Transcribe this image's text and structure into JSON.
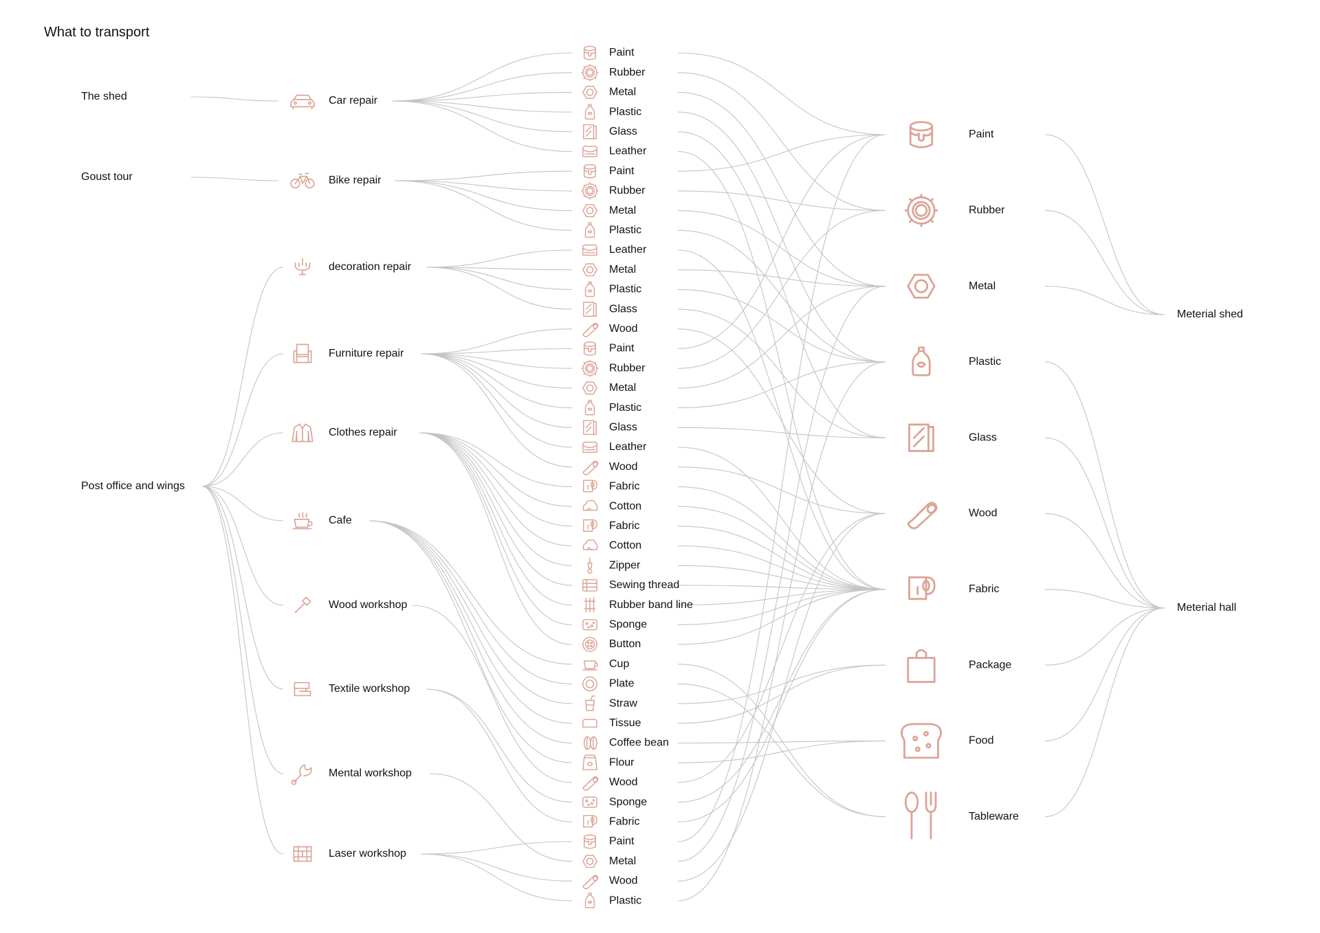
{
  "title": "What to transport",
  "palette": {
    "line": "#c4c4c4",
    "icon": "#dba497",
    "text": "#111111"
  },
  "sources": [
    {
      "id": "shed",
      "label": "The shed"
    },
    {
      "id": "goust",
      "label": "Goust tour"
    },
    {
      "id": "post",
      "label": "Post office and wings"
    }
  ],
  "activities": [
    {
      "label": "Car repair",
      "icon": "car-icon",
      "source": "shed"
    },
    {
      "label": "Bike repair",
      "icon": "bike-icon",
      "source": "goust"
    },
    {
      "label": "decoration repair",
      "icon": "chandelier-icon",
      "source": "post"
    },
    {
      "label": "Furniture repair",
      "icon": "armchair-icon",
      "source": "post"
    },
    {
      "label": "Clothes repair",
      "icon": "jacket-icon",
      "source": "post"
    },
    {
      "label": "Cafe",
      "icon": "coffee-cup-icon",
      "source": "post"
    },
    {
      "label": "Wood workshop",
      "icon": "hammer-icon",
      "source": "post"
    },
    {
      "label": "Textile workshop",
      "icon": "sewing-machine-icon",
      "source": "post"
    },
    {
      "label": "Mental workshop",
      "icon": "wrench-icon",
      "source": "post"
    },
    {
      "label": "Laser workshop",
      "icon": "laser-cutter-icon",
      "source": "post"
    }
  ],
  "materials": [
    {
      "label": "Paint",
      "icon": "paint-bucket-icon",
      "activity": 0,
      "category": 0
    },
    {
      "label": "Rubber",
      "icon": "tire-icon",
      "activity": 0,
      "category": 1
    },
    {
      "label": "Metal",
      "icon": "hex-nut-icon",
      "activity": 0,
      "category": 2
    },
    {
      "label": "Plastic",
      "icon": "plastic-bottle-icon",
      "activity": 0,
      "category": 3
    },
    {
      "label": "Glass",
      "icon": "glass-pane-icon",
      "activity": 0,
      "category": 4
    },
    {
      "label": "Leather",
      "icon": "leather-icon",
      "activity": 0,
      "category": 6
    },
    {
      "label": "Paint",
      "icon": "paint-bucket-icon",
      "activity": 1,
      "category": 0
    },
    {
      "label": "Rubber",
      "icon": "tire-icon",
      "activity": 1,
      "category": 1
    },
    {
      "label": "Metal",
      "icon": "hex-nut-icon",
      "activity": 1,
      "category": 2
    },
    {
      "label": "Plastic",
      "icon": "plastic-bottle-icon",
      "activity": 1,
      "category": 3
    },
    {
      "label": "Leather",
      "icon": "leather-icon",
      "activity": 2,
      "category": 6
    },
    {
      "label": "Metal",
      "icon": "hex-nut-icon",
      "activity": 2,
      "category": 2
    },
    {
      "label": "Plastic",
      "icon": "plastic-bottle-icon",
      "activity": 2,
      "category": 3
    },
    {
      "label": "Glass",
      "icon": "glass-pane-icon",
      "activity": 2,
      "category": 4
    },
    {
      "label": "Wood",
      "icon": "wood-log-icon",
      "activity": 3,
      "category": 5
    },
    {
      "label": "Paint",
      "icon": "paint-bucket-icon",
      "activity": 3,
      "category": 0
    },
    {
      "label": "Rubber",
      "icon": "tire-icon",
      "activity": 3,
      "category": 1
    },
    {
      "label": "Metal",
      "icon": "hex-nut-icon",
      "activity": 3,
      "category": 2
    },
    {
      "label": "Plastic",
      "icon": "plastic-bottle-icon",
      "activity": 3,
      "category": 3
    },
    {
      "label": "Glass",
      "icon": "glass-pane-icon",
      "activity": 3,
      "category": 4
    },
    {
      "label": "Leather",
      "icon": "leather-icon",
      "activity": 3,
      "category": 6
    },
    {
      "label": "Wood",
      "icon": "wood-log-icon",
      "activity": 3,
      "category": 5
    },
    {
      "label": "Fabric",
      "icon": "fabric-roll-icon",
      "activity": 4,
      "category": 6
    },
    {
      "label": "Cotton",
      "icon": "cotton-icon",
      "activity": 4,
      "category": 6
    },
    {
      "label": "Fabric",
      "icon": "fabric-roll-icon",
      "activity": 4,
      "category": 6
    },
    {
      "label": "Cotton",
      "icon": "cotton-icon",
      "activity": 4,
      "category": 6
    },
    {
      "label": "Zipper",
      "icon": "zipper-icon",
      "activity": 4,
      "category": 6
    },
    {
      "label": "Sewing thread",
      "icon": "thread-icon",
      "activity": 4,
      "category": 6
    },
    {
      "label": "Rubber band line",
      "icon": "rubber-band-icon",
      "activity": 4,
      "category": 6
    },
    {
      "label": "Sponge",
      "icon": "sponge-icon",
      "activity": 4,
      "category": 6
    },
    {
      "label": "Button",
      "icon": "button-icon",
      "activity": 4,
      "category": 6
    },
    {
      "label": "Cup",
      "icon": "cup-icon",
      "activity": 5,
      "category": 9
    },
    {
      "label": "Plate",
      "icon": "plate-icon",
      "activity": 5,
      "category": 9
    },
    {
      "label": "Straw",
      "icon": "straw-icon",
      "activity": 5,
      "category": 7
    },
    {
      "label": "Tissue",
      "icon": "tissue-icon",
      "activity": 5,
      "category": 7
    },
    {
      "label": "Coffee bean",
      "icon": "coffee-bean-icon",
      "activity": 5,
      "category": 8
    },
    {
      "label": "Flour",
      "icon": "flour-bag-icon",
      "activity": 5,
      "category": 8
    },
    {
      "label": "Wood",
      "icon": "wood-log-icon",
      "activity": 6,
      "category": 5
    },
    {
      "label": "Sponge",
      "icon": "sponge-icon",
      "activity": 7,
      "category": 6
    },
    {
      "label": "Fabric",
      "icon": "fabric-roll-icon",
      "activity": 7,
      "category": 6
    },
    {
      "label": "Paint",
      "icon": "paint-bucket-icon",
      "activity": 9,
      "category": 0
    },
    {
      "label": "Metal",
      "icon": "hex-nut-icon",
      "activity": 8,
      "category": 2
    },
    {
      "label": "Wood",
      "icon": "wood-log-icon",
      "activity": 9,
      "category": 5
    },
    {
      "label": "Plastic",
      "icon": "plastic-bottle-icon",
      "activity": 9,
      "category": 3
    }
  ],
  "categories": [
    {
      "label": "Paint",
      "icon": "paint-bucket-icon",
      "destination": 0
    },
    {
      "label": "Rubber",
      "icon": "tire-icon",
      "destination": 0
    },
    {
      "label": "Metal",
      "icon": "hex-nut-icon",
      "destination": 0
    },
    {
      "label": "Plastic",
      "icon": "plastic-bottle-icon",
      "destination": 1
    },
    {
      "label": "Glass",
      "icon": "glass-pane-icon",
      "destination": 1
    },
    {
      "label": "Wood",
      "icon": "wood-log-icon",
      "destination": 1
    },
    {
      "label": "Fabric",
      "icon": "fabric-roll-icon",
      "destination": 1
    },
    {
      "label": "Package",
      "icon": "shopping-bag-icon",
      "destination": 1
    },
    {
      "label": "Food",
      "icon": "bread-icon",
      "destination": 1
    },
    {
      "label": "Tableware",
      "icon": "spoon-fork-icon",
      "destination": 1
    }
  ],
  "destinations": [
    {
      "label": "Meterial shed"
    },
    {
      "label": "Meterial hall"
    }
  ]
}
